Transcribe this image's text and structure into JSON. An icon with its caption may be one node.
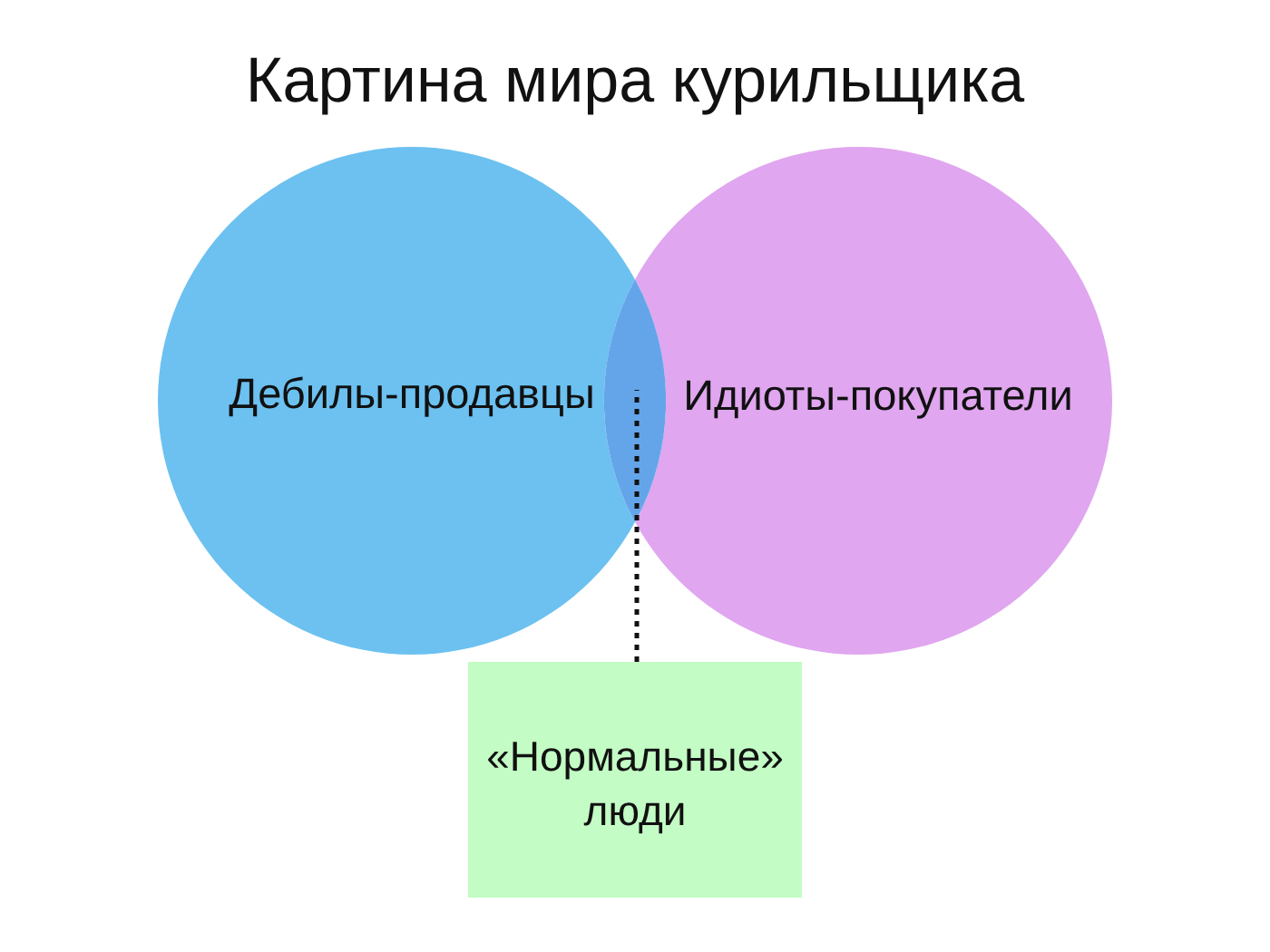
{
  "diagram": {
    "title": "Картина мира курильщика",
    "nodes": [
      {
        "text": [
          "Дебилы-продавцы"
        ]
      },
      {
        "text": [
          "Идиоты-покупатели"
        ]
      },
      {
        "text": [],
        "shape": "lens"
      },
      {
        "text": [
          "«Нормальные» люди"
        ]
      }
    ],
    "edges": [
      {
        "from": 3,
        "to": 2,
        "arrow": "none",
        "style": "dashed"
      }
    ]
  }
}
